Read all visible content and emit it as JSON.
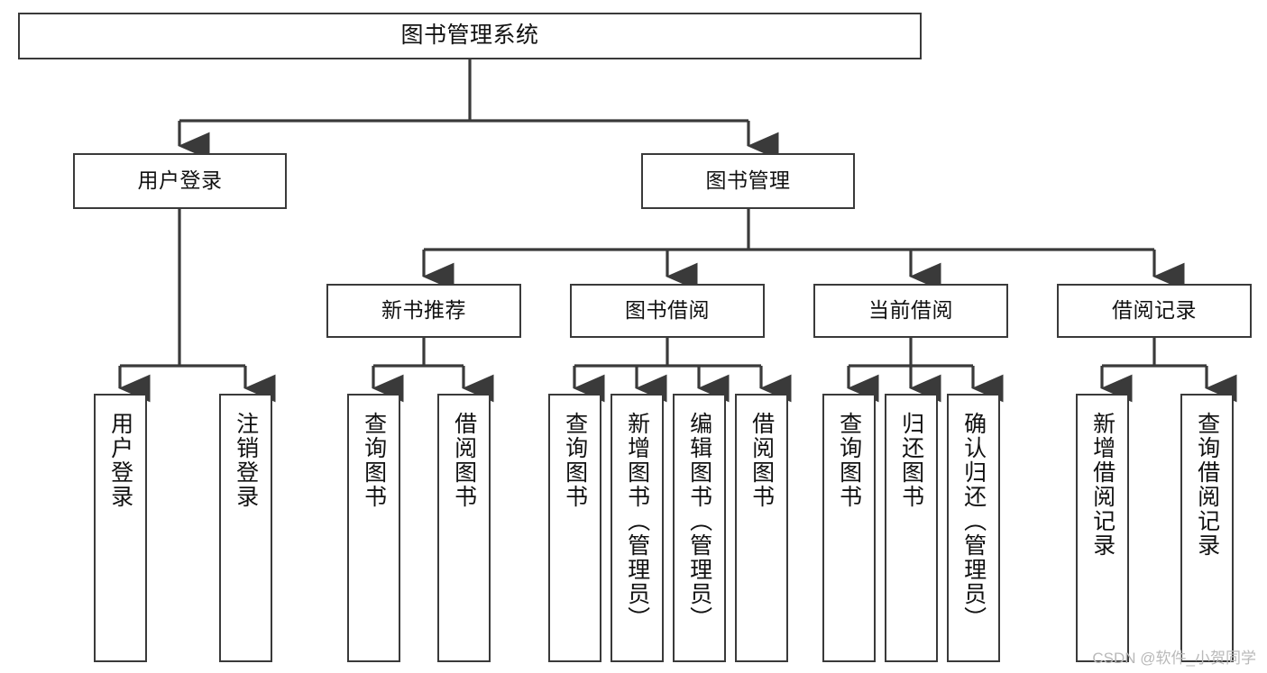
{
  "diagram": {
    "title": "图书管理系统",
    "type": "tree",
    "watermark": "CSDN @软件_小贺同学",
    "root": {
      "id": "root",
      "label": "图书管理系统"
    },
    "level1": [
      {
        "id": "user-login",
        "label": "用户登录"
      },
      {
        "id": "book-manage",
        "label": "图书管理"
      }
    ],
    "level2": [
      {
        "id": "new-book-recommend",
        "label": "新书推荐",
        "parent": "book-manage"
      },
      {
        "id": "book-borrow",
        "label": "图书借阅",
        "parent": "book-manage"
      },
      {
        "id": "current-borrow",
        "label": "当前借阅",
        "parent": "book-manage"
      },
      {
        "id": "borrow-record",
        "label": "借阅记录",
        "parent": "book-manage"
      }
    ],
    "leaves": {
      "user-login": [
        {
          "id": "leaf-user-login",
          "label": "用户登录"
        },
        {
          "id": "leaf-user-logout",
          "label": "注销登录"
        }
      ],
      "new-book-recommend": [
        {
          "id": "leaf-query-book-1",
          "label": "查询图书"
        },
        {
          "id": "leaf-borrow-book-1",
          "label": "借阅图书"
        }
      ],
      "book-borrow": [
        {
          "id": "leaf-query-book-2",
          "label": "查询图书"
        },
        {
          "id": "leaf-add-book",
          "label": "新增图书（管理员）"
        },
        {
          "id": "leaf-edit-book",
          "label": "编辑图书（管理员）"
        },
        {
          "id": "leaf-borrow-book-2",
          "label": "借阅图书"
        }
      ],
      "current-borrow": [
        {
          "id": "leaf-query-book-3",
          "label": "查询图书"
        },
        {
          "id": "leaf-return-book",
          "label": "归还图书"
        },
        {
          "id": "leaf-confirm-return",
          "label": "确认归还（管理员）"
        }
      ],
      "borrow-record": [
        {
          "id": "leaf-add-record",
          "label": "新增借阅记录"
        },
        {
          "id": "leaf-query-record",
          "label": "查询借阅记录"
        }
      ]
    },
    "colors": {
      "border": "#3a3a3a",
      "background": "#ffffff",
      "text": "#111111",
      "connector": "#3a3a3a",
      "watermark": "#b9b9b9"
    }
  }
}
